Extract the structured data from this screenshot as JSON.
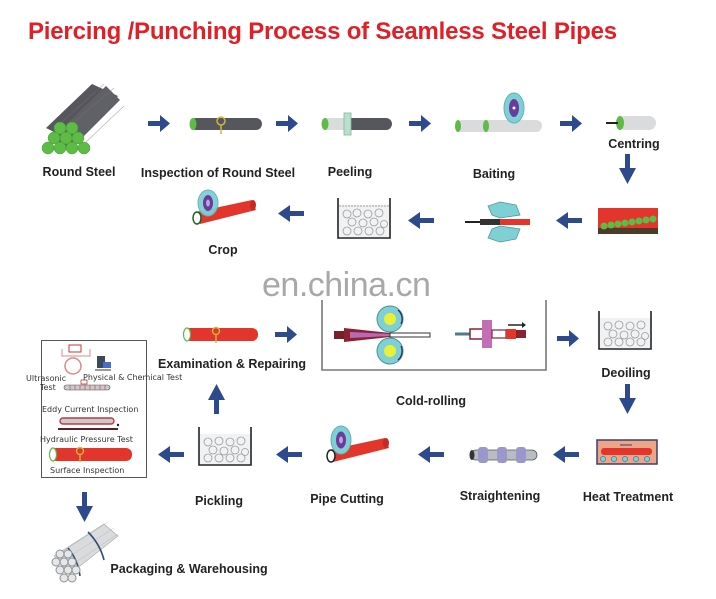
{
  "title": "Piercing /Punching Process of Seamless Steel Pipes",
  "watermark": "en.china.cn",
  "colors": {
    "title": "#e01f26",
    "arrow": "#2c4a8c",
    "steel_dark": "#55575c",
    "steel_end": "#5dbb46",
    "pipe_red": "#e2352b",
    "light_steel": "#d9dbdd",
    "saw_blade": "#7fd0d4",
    "saw_hub": "#6a3b9c"
  },
  "steps": [
    {
      "id": "round-steel",
      "label": "Round Steel",
      "icon": "steel-bundle-icon"
    },
    {
      "id": "inspection-round-steel",
      "label": "Inspection of Round Steel",
      "icon": "inspected-bar-icon"
    },
    {
      "id": "peeling",
      "label": "Peeling",
      "icon": "peeling-bar-icon"
    },
    {
      "id": "baiting",
      "label": "Baiting",
      "icon": "saw-cut-bar-icon"
    },
    {
      "id": "centring",
      "label": "Centring",
      "icon": "centring-bar-icon"
    },
    {
      "id": "heating",
      "label": "",
      "icon": "heating-furnace-icon"
    },
    {
      "id": "piercing",
      "label": "",
      "icon": "piercing-mill-icon"
    },
    {
      "id": "bath",
      "label": "",
      "icon": "tank-icon"
    },
    {
      "id": "crop",
      "label": "Crop",
      "icon": "saw-pipe-icon"
    },
    {
      "id": "examination-repairing",
      "label": "Examination & Repairing",
      "icon": "red-pipe-icon"
    },
    {
      "id": "cold-rolling",
      "label": "Cold-rolling",
      "icon": "cold-rolling-mill-icon"
    },
    {
      "id": "deoiling",
      "label": "Deoiling",
      "icon": "tank-icon"
    },
    {
      "id": "heat-treatment",
      "label": "Heat Treatment",
      "icon": "heat-treatment-furnace-icon"
    },
    {
      "id": "straightening",
      "label": "Straightening",
      "icon": "straightener-icon"
    },
    {
      "id": "pipe-cutting",
      "label": "Pipe Cutting",
      "icon": "saw-pipe-icon"
    },
    {
      "id": "pickling",
      "label": "Pickling",
      "icon": "tank-icon"
    },
    {
      "id": "packaging-warehousing",
      "label": "Packaging & Warehousing",
      "icon": "pipe-bundle-icon"
    }
  ],
  "inspection_panel": {
    "items": [
      {
        "label": "Ultrasonic",
        "label2": "Test"
      },
      {
        "label": "Physical & Chemical Test"
      },
      {
        "label": "Eddy Current Inspection"
      },
      {
        "label": "Hydraulic Pressure Test"
      },
      {
        "label": "Surface Inspection"
      }
    ]
  }
}
